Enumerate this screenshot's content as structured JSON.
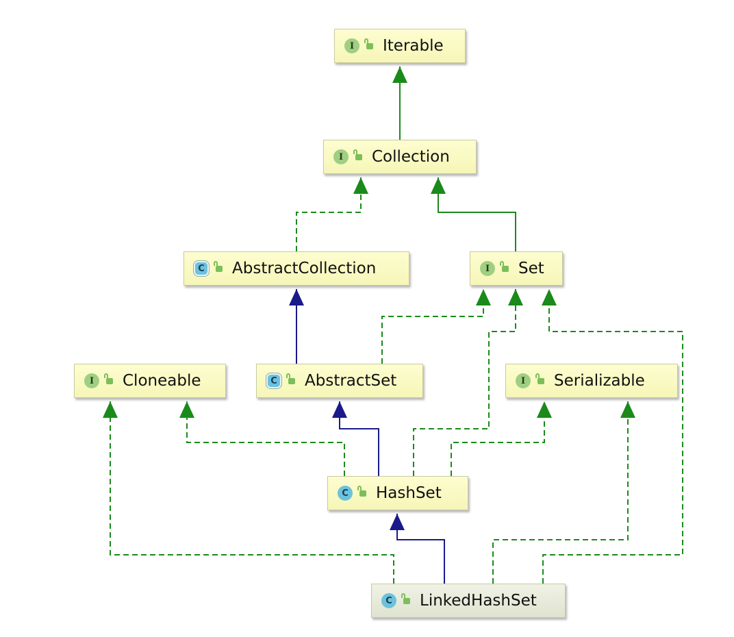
{
  "nodes": [
    {
      "id": "iterable",
      "name": "Iterable",
      "kind": "interface",
      "kind_letter": "I"
    },
    {
      "id": "collection",
      "name": "Collection",
      "kind": "interface",
      "kind_letter": "I"
    },
    {
      "id": "abstractcollection",
      "name": "AbstractCollection",
      "kind": "abstract-class",
      "kind_letter": "C"
    },
    {
      "id": "set",
      "name": "Set",
      "kind": "interface",
      "kind_letter": "I"
    },
    {
      "id": "cloneable",
      "name": "Cloneable",
      "kind": "interface",
      "kind_letter": "I"
    },
    {
      "id": "abstractset",
      "name": "AbstractSet",
      "kind": "abstract-class",
      "kind_letter": "C"
    },
    {
      "id": "serializable",
      "name": "Serializable",
      "kind": "interface",
      "kind_letter": "I"
    },
    {
      "id": "hashset",
      "name": "HashSet",
      "kind": "class",
      "kind_letter": "C"
    },
    {
      "id": "linkedhashset",
      "name": "LinkedHashSet",
      "kind": "class",
      "kind_letter": "C"
    }
  ],
  "edges": [
    {
      "from": "collection",
      "to": "iterable",
      "type": "extends-interface"
    },
    {
      "from": "abstractcollection",
      "to": "collection",
      "type": "implements"
    },
    {
      "from": "set",
      "to": "collection",
      "type": "extends-interface"
    },
    {
      "from": "abstractset",
      "to": "abstractcollection",
      "type": "extends-class"
    },
    {
      "from": "abstractset",
      "to": "set",
      "type": "implements"
    },
    {
      "from": "hashset",
      "to": "abstractset",
      "type": "extends-class"
    },
    {
      "from": "hashset",
      "to": "cloneable",
      "type": "implements"
    },
    {
      "from": "hashset",
      "to": "set",
      "type": "implements"
    },
    {
      "from": "hashset",
      "to": "serializable",
      "type": "implements"
    },
    {
      "from": "linkedhashset",
      "to": "hashset",
      "type": "extends-class"
    },
    {
      "from": "linkedhashset",
      "to": "cloneable",
      "type": "implements"
    },
    {
      "from": "linkedhashset",
      "to": "serializable",
      "type": "implements"
    },
    {
      "from": "linkedhashset",
      "to": "set",
      "type": "implements"
    }
  ],
  "colors": {
    "interface_edge": "#1a8a1a",
    "class_edge": "#1a1a8a",
    "interface_badge": "#9fcf83",
    "class_badge": "#6cc2dc",
    "node_fill": "#fafac4"
  }
}
